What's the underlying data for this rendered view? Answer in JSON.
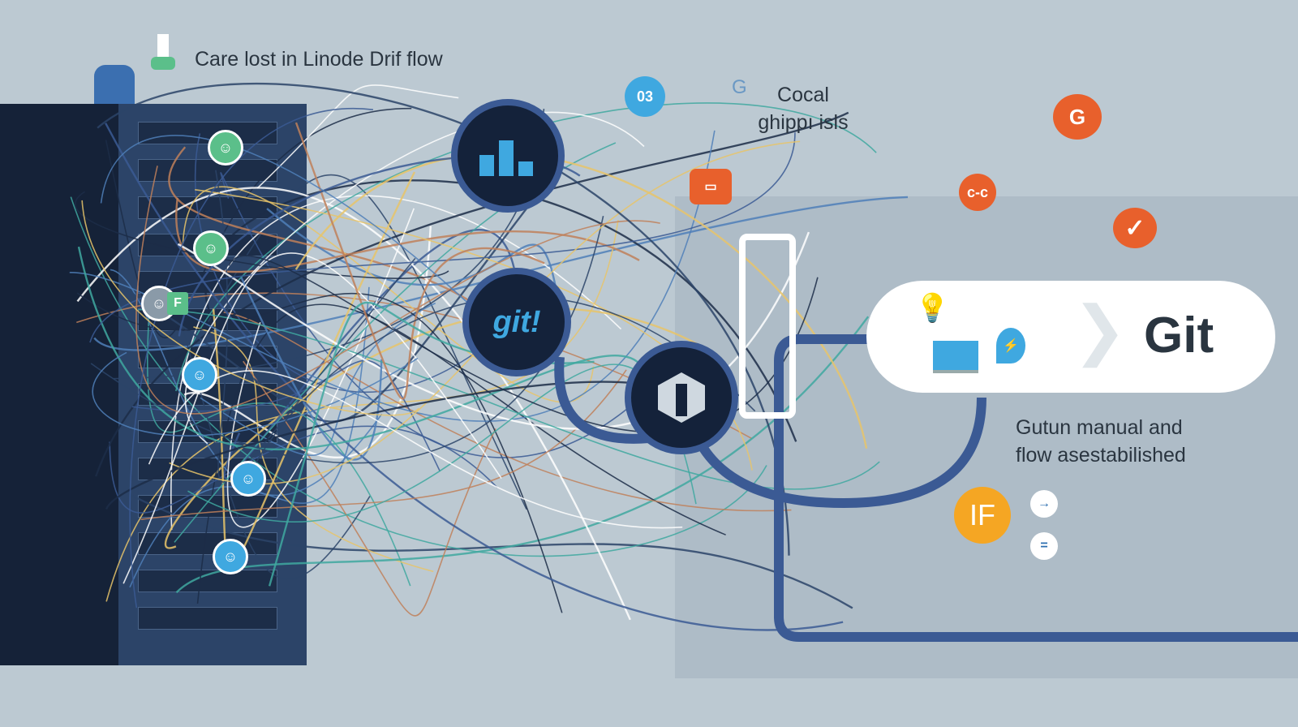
{
  "header": {
    "title": "Care lost in Linode Drif flow"
  },
  "top_label": {
    "line1": "Cocal",
    "line2": "ghippı isls"
  },
  "nodes": {
    "chart_node": "chart-icon",
    "git_node_label": "git!",
    "shield_node": "shield-icon"
  },
  "badges": {
    "blue_badge": "03",
    "g_mark": "G",
    "orange_g": "G",
    "orange_cc": "c-c",
    "yellow_badge": "IF",
    "green_tag": "F"
  },
  "git_panel": {
    "logo": "Git"
  },
  "result_label": {
    "line1": "Gutun manual and",
    "line2": "flow asestabilished"
  },
  "colors": {
    "background": "#bcc9d2",
    "rack": "#152238",
    "node_ring": "#3b5a94",
    "accent_orange": "#e8602c",
    "accent_yellow": "#f5a623",
    "accent_blue": "#3fa8e0"
  }
}
